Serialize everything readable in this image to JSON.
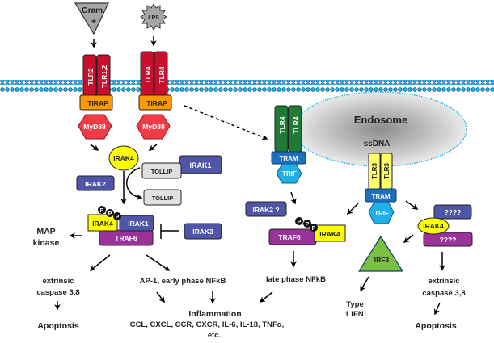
{
  "colors": {
    "tlr_red": "#c8102e",
    "tlr_green": "#1e7a34",
    "tlr_yellow": "#ffff66",
    "tirap": "#ff9900",
    "myd88": "#ee3b45",
    "irak_blue": "#4f56a8",
    "irak4_yellow": "#ffff00",
    "traf6": "#993399",
    "tollip": "#e0e0e0",
    "tram": "#1f6fbf",
    "trif": "#1fb0e8",
    "irf3": "#7ac143",
    "gram": "#a6a6a6",
    "membrane": "#1fb0e8"
  },
  "stimuli": {
    "gram": {
      "line1": "Gram",
      "line2": "+"
    },
    "lps": "LPS",
    "ssdna": "ssDNA"
  },
  "compartments": {
    "endosome": "Endosome"
  },
  "receptors": {
    "tlr2": "TLR2",
    "tlr12": "TLR1,2",
    "tlr4a": "TLR4",
    "tlr4b": "TLR4",
    "tlr4c": "TLR4",
    "tlr4d": "TLR4",
    "tlr3a": "TLR3",
    "tlr3b": "TLR3"
  },
  "adaptors": {
    "tirap1": "TIRAP",
    "tirap2": "TIRAP",
    "myd88_1": "MyD88",
    "myd88_2": "MyD88",
    "tram1": "TRAM",
    "tram2": "TRAM",
    "trif1": "TRIF",
    "trif2": "TRIF"
  },
  "kinases": {
    "irak4_top": "IRAK4",
    "irak1_top": "IRAK1",
    "tollip1": "TOLLIP",
    "tollip2": "TOLLIP",
    "irak2": "IRAK2",
    "irak4_complex": "IRAK4",
    "irak1_complex": "IRAK1",
    "traf6_left": "TRAF6",
    "irak3": "IRAK3",
    "irak2_q": "IRAK2 ?",
    "traf6_mid": "TRAF6",
    "irak4_mid": "IRAK4",
    "unknown_top": "????",
    "irak4_right": "IRAK4",
    "unknown_bottom": "????",
    "irf3": "IRF3",
    "phospho": "P"
  },
  "outcomes": {
    "map_kinase_1": "MAP",
    "map_kinase_2": "kinase",
    "ext_caspase_left_1": "extrinsic",
    "ext_caspase_left_2": "caspase 3,8",
    "apoptosis_left": "Apoptosis",
    "ap1_nfkb": "AP-1, early phase NFkB",
    "late_nfkb": "late phase NFkB",
    "inflammation": "Inflammation",
    "cytokines": "CCL, CXCL, CCR, CXCR, IL-6,  IL-18, TNFα,",
    "etc": "etc.",
    "type1ifn_1": "Type",
    "type1ifn_2": "1 IFN",
    "ext_caspase_right_1": "extrinsic",
    "ext_caspase_right_2": "caspase 3,8",
    "apoptosis_right": "Apoptosis"
  }
}
